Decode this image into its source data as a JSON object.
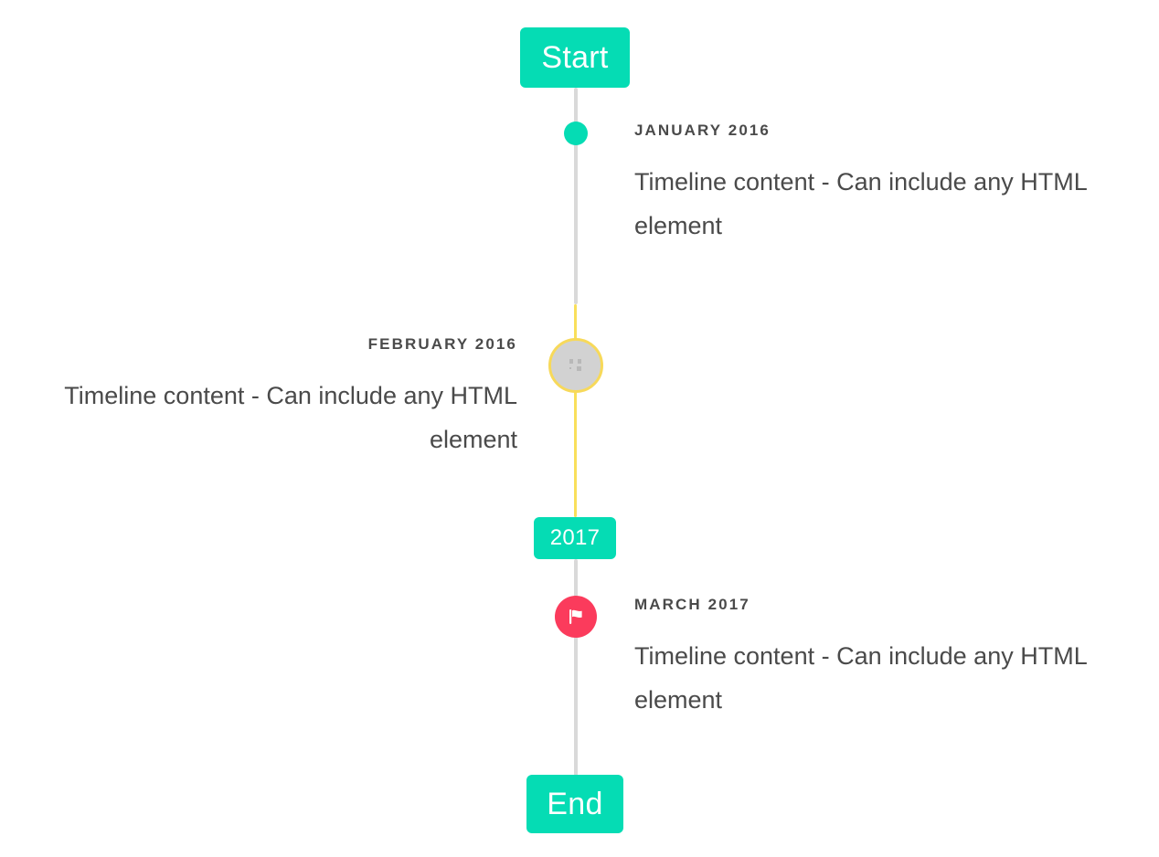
{
  "timeline": {
    "start_cap": {
      "label": "Start",
      "color": "#05dcb4"
    },
    "year_cap": {
      "label": "2017",
      "color": "#05dcb4"
    },
    "end_cap": {
      "label": "End",
      "color": "#05dcb4"
    },
    "rail_color_default": "#d9d9d9",
    "rail_color_highlight": "#f9df5b",
    "entries": [
      {
        "date": "JANUARY 2016",
        "body": "Timeline content - Can include any HTML element",
        "side": "right",
        "marker": "dot",
        "marker_color": "#05dcb4",
        "marker_icon": "none"
      },
      {
        "date": "FEBRUARY 2016",
        "body": "Timeline content - Can include any HTML element",
        "side": "left",
        "marker": "ring",
        "marker_color": "#d2d2d2",
        "marker_ring_color": "#f7d95a",
        "marker_icon": "broken-image-placeholder"
      },
      {
        "date": "MARCH 2017",
        "body": "Timeline content - Can include any HTML element",
        "side": "right",
        "marker": "circle",
        "marker_color": "#fb3b5c",
        "marker_icon": "flag-icon"
      }
    ]
  }
}
